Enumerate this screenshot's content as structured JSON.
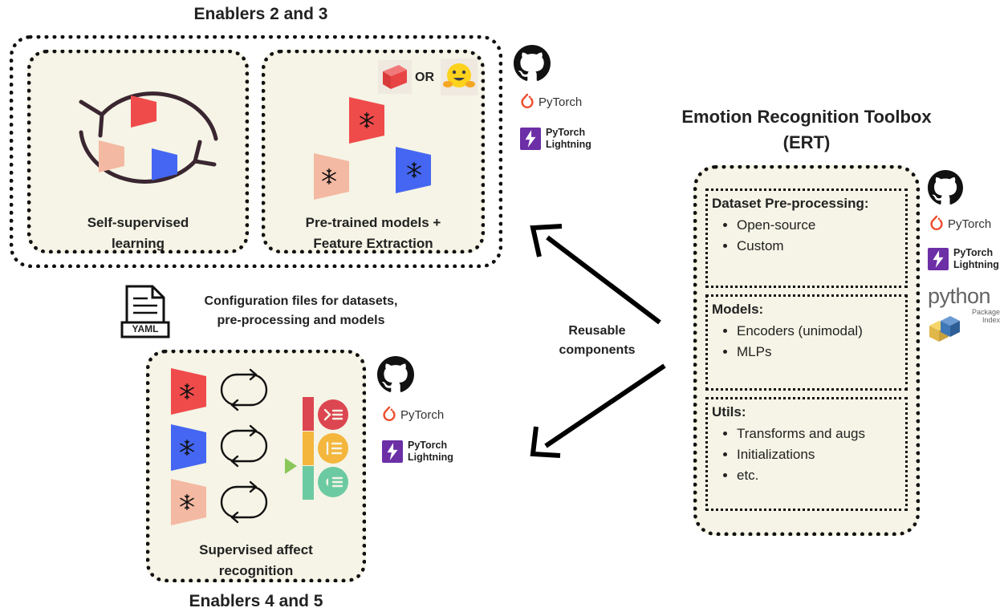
{
  "enablers_top": {
    "title": "Enablers 2 and 3",
    "ssl_caption_line1": "Self-supervised",
    "ssl_caption_line2": "learning",
    "pretrained_caption_line1": "Pre-trained models +",
    "pretrained_caption_line2": "Feature Extraction",
    "or_label": "OR"
  },
  "enablers_bottom": {
    "title": "Enablers 4 and 5",
    "caption_line1": "Supervised affect",
    "caption_line2": "recognition"
  },
  "config": {
    "yaml_label": "YAML",
    "text_line1": "Configuration files for datasets,",
    "text_line2": "pre-processing and models"
  },
  "reusable": {
    "line1": "Reusable",
    "line2": "components"
  },
  "ert": {
    "title_line1": "Emotion Recognition Toolbox",
    "title_line2": "(ERT)",
    "sections": [
      {
        "title": "Dataset Pre-processing:",
        "items": [
          "Open-source",
          "Custom"
        ]
      },
      {
        "title": "Models:",
        "items": [
          "Encoders (unimodal)",
          "MLPs"
        ]
      },
      {
        "title": "Utils:",
        "items": [
          "Transforms and augs",
          "Initializations",
          "etc."
        ]
      }
    ]
  },
  "logos": {
    "pytorch": "PyTorch",
    "lightning_line1": "PyTorch",
    "lightning_line2": "Lightning",
    "python_word": "python",
    "python_sub1": "Package",
    "python_sub2": "Index"
  },
  "colors": {
    "panel_bg": "#f5f4e6",
    "encoder_red": "#f04b4b",
    "encoder_blue": "#4466f2",
    "encoder_peach": "#f4b9a2",
    "pytorch_orange": "#ee4c2c",
    "lightning_purple": "#6c2fa6",
    "bar_red": "#dc4650",
    "bar_yellow": "#f4b63c",
    "bar_green": "#6ccaa2",
    "arrow_green": "#8ac75a"
  }
}
